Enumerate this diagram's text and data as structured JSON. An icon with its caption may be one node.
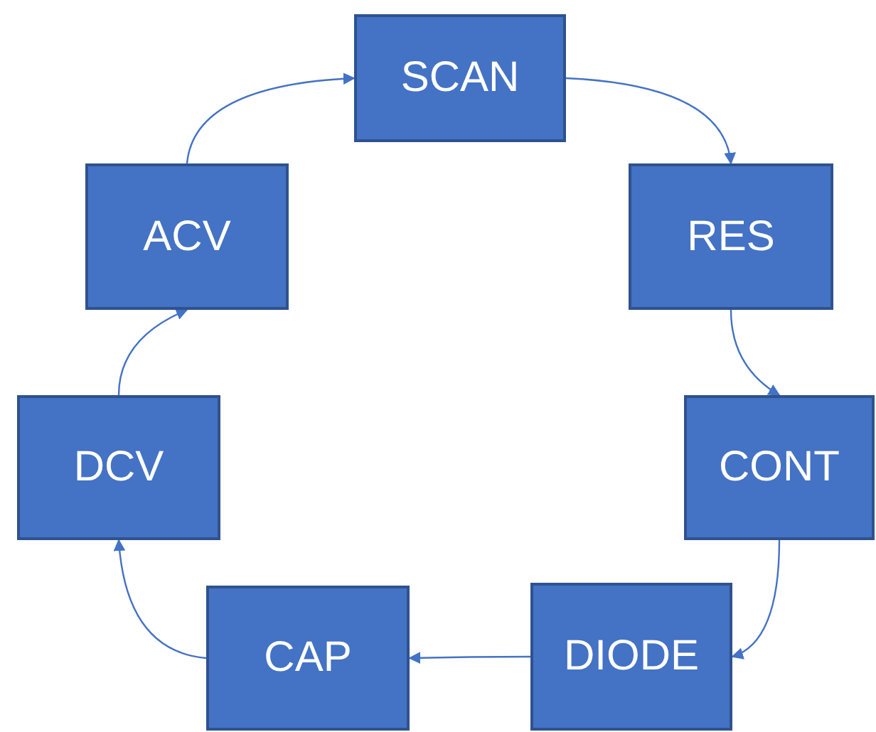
{
  "diagram": {
    "nodes": [
      {
        "text": [
          "SCAN"
        ]
      },
      {
        "text": [
          "RES"
        ]
      },
      {
        "text": [
          "CONT"
        ]
      },
      {
        "text": [
          "DIODE"
        ]
      },
      {
        "text": [
          "CAP"
        ]
      },
      {
        "text": [
          "DCV"
        ]
      },
      {
        "text": [
          "ACV"
        ]
      }
    ],
    "edges": [
      {
        "from": 0,
        "to": 1,
        "arrow": "to"
      },
      {
        "from": 1,
        "to": 2,
        "arrow": "to"
      },
      {
        "from": 2,
        "to": 3,
        "arrow": "to"
      },
      {
        "from": 3,
        "to": 4,
        "arrow": "to"
      },
      {
        "from": 4,
        "to": 5,
        "arrow": "to"
      },
      {
        "from": 5,
        "to": 6,
        "arrow": "to"
      },
      {
        "from": 6,
        "to": 0,
        "arrow": "to"
      }
    ]
  }
}
